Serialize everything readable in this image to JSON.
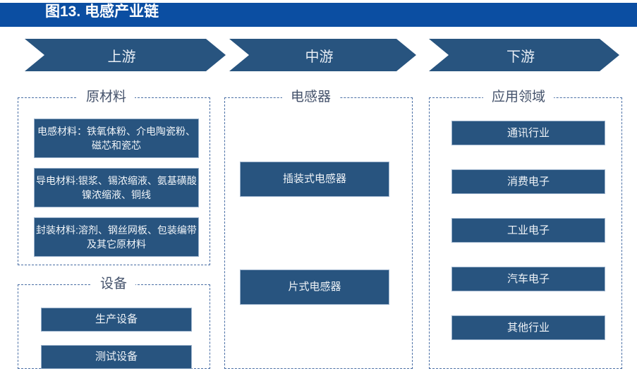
{
  "title_bar": {
    "text": "图13. 电感产业链",
    "background_color": "#0b4ea2",
    "text_color": "#ffffff"
  },
  "colors": {
    "title_blue": "#0b4ea2",
    "box_blue": "#28547f",
    "dashed_border": "#4a6fa5",
    "box_border": "#9bb2cc",
    "label_text": "#44526b"
  },
  "stages": [
    {
      "label": "上游"
    },
    {
      "label": "中游"
    },
    {
      "label": "下游"
    }
  ],
  "groups": {
    "raw_materials": {
      "label": "原材料",
      "items": [
        {
          "label": "电感材料：铁氧体粉、介电陶瓷粉、磁芯和瓷芯"
        },
        {
          "label": "导电材料:银浆、锡浓缩液、氨基磺酸镍浓缩液、铜线"
        },
        {
          "label": "封装材料:溶剂、钢丝网板、包装编带及其它原材料"
        }
      ]
    },
    "equipment": {
      "label": "设备",
      "items": [
        {
          "label": "生产设备"
        },
        {
          "label": "测试设备"
        }
      ]
    },
    "inductor": {
      "label": "电感器",
      "items": [
        {
          "label": "插装式电感器"
        },
        {
          "label": "片式电感器"
        }
      ]
    },
    "application": {
      "label": "应用领域",
      "items": [
        {
          "label": "通讯行业"
        },
        {
          "label": "消费电子"
        },
        {
          "label": "工业电子"
        },
        {
          "label": "汽车电子"
        },
        {
          "label": "其他行业"
        }
      ]
    }
  }
}
